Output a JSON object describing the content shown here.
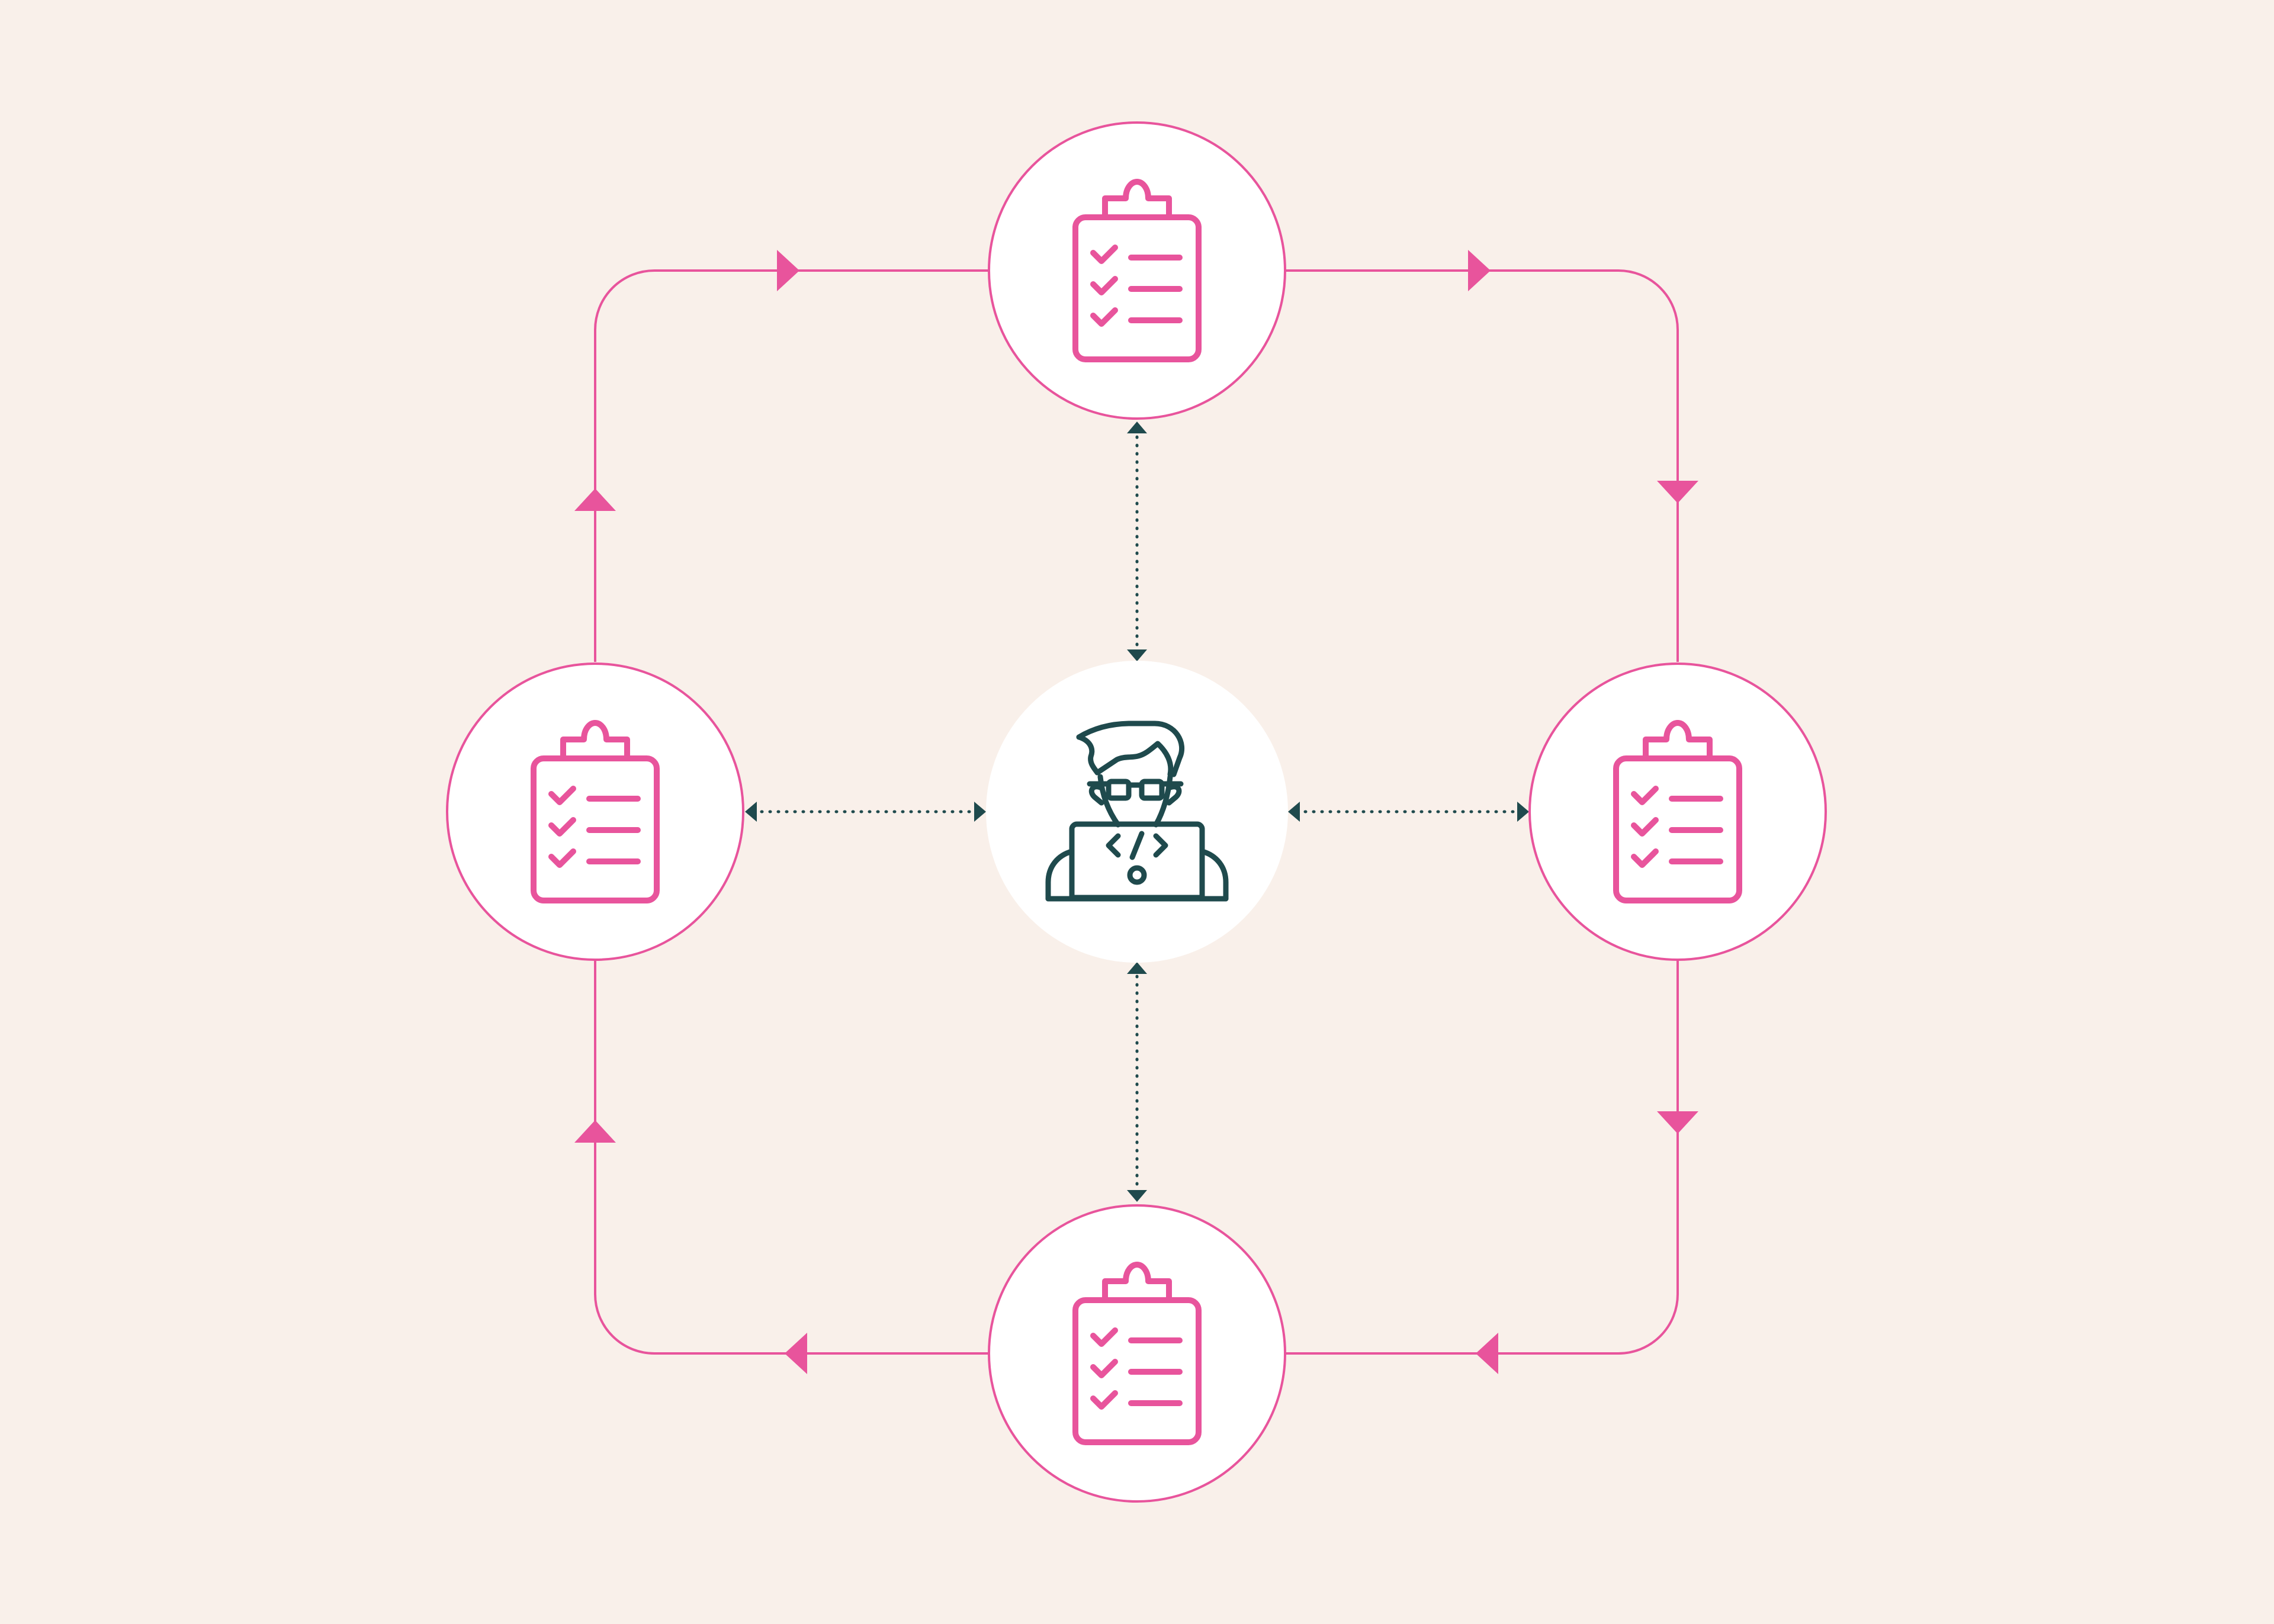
{
  "diagram": {
    "background_color": "#f9f0ea",
    "accent_color": "#e8549c",
    "connector_color": "#1f4a4d",
    "node_fill": "#ffffff",
    "cycle_direction": "clockwise",
    "center_node": {
      "icon": "developer-coder-icon"
    },
    "outer_nodes": [
      {
        "position": "top",
        "icon": "clipboard-checklist-icon",
        "checklist_items": 3
      },
      {
        "position": "right",
        "icon": "clipboard-checklist-icon",
        "checklist_items": 3
      },
      {
        "position": "bottom",
        "icon": "clipboard-checklist-icon",
        "checklist_items": 3
      },
      {
        "position": "left",
        "icon": "clipboard-checklist-icon",
        "checklist_items": 3
      }
    ],
    "center_links": {
      "style": "dotted",
      "arrows": "both-ends",
      "targets": [
        "top",
        "right",
        "bottom",
        "left"
      ]
    }
  }
}
